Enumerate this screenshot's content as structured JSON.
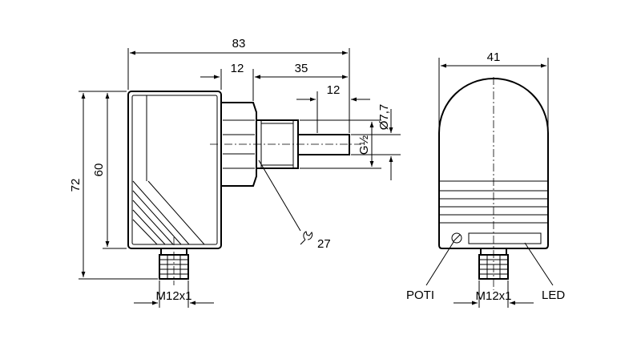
{
  "dimensions": {
    "overall_length": "83",
    "hex_width": "12",
    "process_length": "35",
    "tip_length": "12",
    "tip_diameter": "Ø7,7",
    "thread": "G½",
    "overall_height": "72",
    "housing_height": "60",
    "wrench_size": "27",
    "connector_left": "M12x1",
    "front_width": "41",
    "connector_front": "M12x1"
  },
  "labels": {
    "poti": "POTI",
    "led": "LED"
  },
  "icons": {
    "wrench": "wrench-icon"
  }
}
